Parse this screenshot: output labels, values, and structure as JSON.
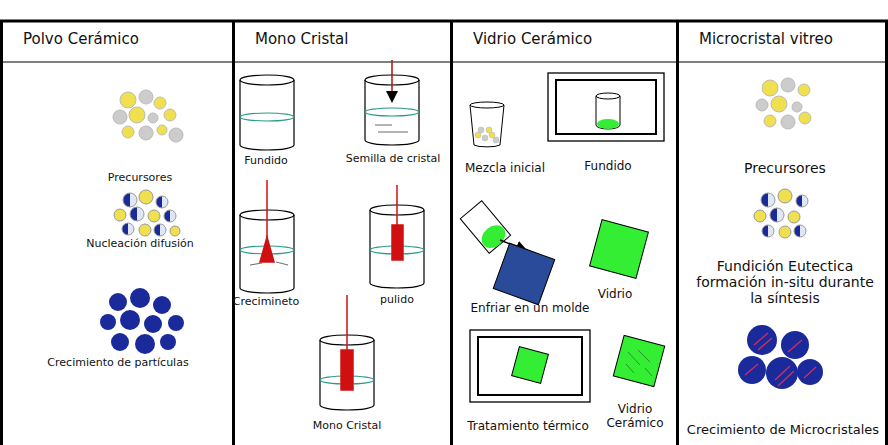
{
  "diagram": {
    "nodes": [
      {
        "text": [
          "Polvo Cerámico"
        ]
      },
      {
        "text": [
          "Mono Cristal"
        ]
      },
      {
        "text": [
          "Vidrio Cerámico"
        ]
      },
      {
        "text": [
          "Microcristal vitreo"
        ]
      }
    ],
    "labels": [
      "Precursores",
      "Nucleación difusión",
      "Crecimiento de partículas",
      "Fundido",
      "Semilla de cristal",
      "Crecimineto",
      "pulido",
      "Mono Cristal",
      "Mezcla inicial",
      "Fundido",
      "Enfriar en un molde",
      "Vidrio",
      "Tratamiento térmico",
      "Vidrio Cerámico",
      "Precursores",
      "Fundición Eutectica formación in-situ durante la síntesis",
      "Crecimiento de Microcristales"
    ]
  }
}
